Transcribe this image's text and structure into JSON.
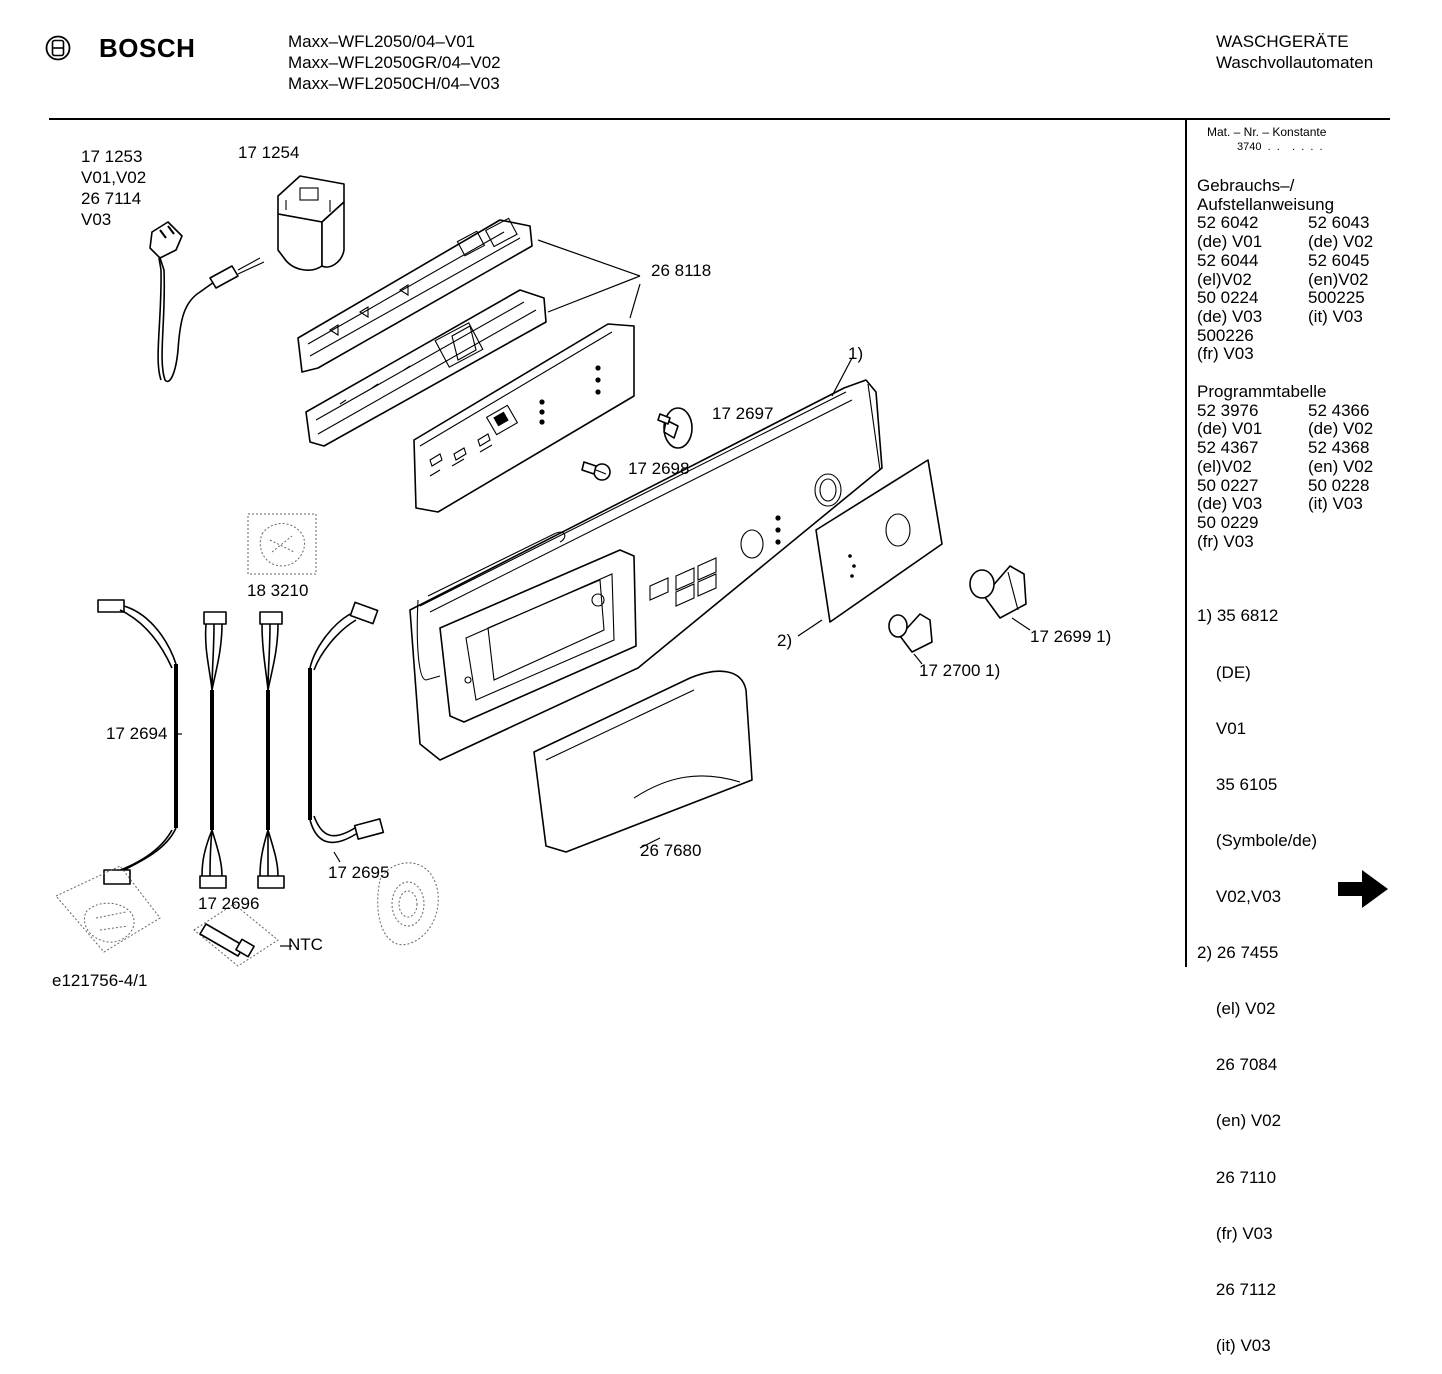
{
  "header": {
    "brand": "BOSCH",
    "models": [
      "Maxx–WFL2050/04–V01",
      "Maxx–WFL2050GR/04–V02",
      "Maxx–WFL2050CH/04–V03"
    ],
    "category": "WASCHGERÄTE",
    "subcategory": "Waschvollautomaten"
  },
  "diagram": {
    "labels": {
      "cable_parts": [
        "17 1253",
        "V01,V02",
        "26 7114",
        "V03"
      ],
      "relay": "17 1254",
      "board_group": "26 8118",
      "panel_note": "1)",
      "knob_a": "17 2697",
      "knob_b": "17 2698",
      "sensor": "18 3210",
      "harness_left": "17 2694",
      "harness_right": "17 2695",
      "harness_mid": "17 2696",
      "ntc": "NTC",
      "insert_note": "2)",
      "button_large": "17 2699 1)",
      "button_small": "17 2700 1)",
      "drawer": "26 7680",
      "drawing_id": "e121756-4/1"
    }
  },
  "sidebar": {
    "mat_title": "Mat. – Nr. – Konstante",
    "mat_value": "3740  .  .    .  .  .  .",
    "gebrauch_title": [
      "Gebrauchs–/",
      "Aufstellanweisung"
    ],
    "gebrauch_rows": [
      [
        "52 6042",
        "52 6043"
      ],
      [
        "(de) V01",
        "(de) V02"
      ],
      [
        "52 6044",
        "52 6045"
      ],
      [
        "(el)V02",
        "(en)V02"
      ],
      [
        "50 0224",
        "500225"
      ],
      [
        "(de) V03",
        "(it) V03"
      ],
      [
        "500226",
        ""
      ],
      [
        "(fr) V03",
        ""
      ]
    ],
    "programm_title": "Programmtabelle",
    "programm_rows": [
      [
        "52 3976",
        "52 4366"
      ],
      [
        "(de) V01",
        "(de) V02"
      ],
      [
        "52 4367",
        "52 4368"
      ],
      [
        "(el)V02",
        "(en) V02"
      ],
      [
        "50 0227",
        "50 0228"
      ],
      [
        "(de) V03",
        "(it) V03"
      ],
      [
        "50 0229",
        ""
      ],
      [
        "(fr) V03",
        ""
      ]
    ],
    "notes": [
      "1) 35 6812",
      "    (DE)",
      "    V01",
      "    35 6105",
      "    (Symbole/de)",
      "    V02,V03",
      "2) 26 7455",
      "    (el) V02",
      "    26 7084",
      "    (en) V02",
      "    26 7110",
      "    (fr) V03",
      "    26 7112",
      "    (it) V03"
    ],
    "next_icon": "arrow-right-icon"
  }
}
